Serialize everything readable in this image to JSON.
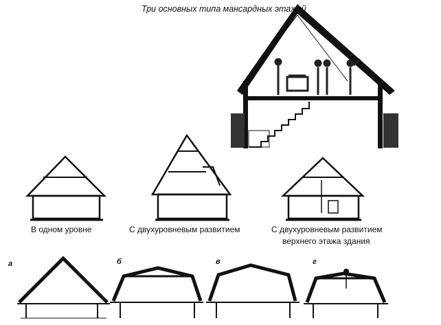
{
  "title": "Три основных типа мансардных этажей",
  "captions": {
    "one_level": "В одном уровне",
    "two_level": "С двухуровневым развитием",
    "two_level_upper_line1": "С двухуровневым развитием",
    "two_level_upper_line2": "верхнего этажа здания"
  },
  "profiles": {
    "a": "а",
    "b": "б",
    "v": "в",
    "g": "г"
  }
}
